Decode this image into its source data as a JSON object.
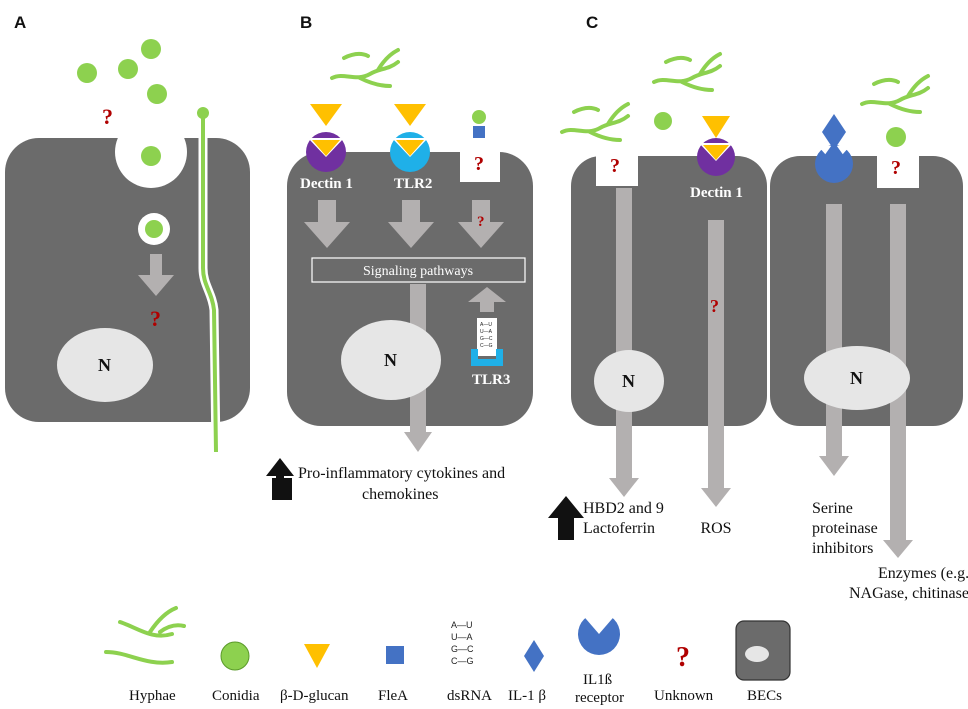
{
  "panels": [
    "A",
    "B",
    "C"
  ],
  "unknown_mark": "?",
  "nucleus_label": "N",
  "receptors": {
    "dectin1": "Dectin 1",
    "tlr2": "TLR2",
    "tlr3": "TLR3",
    "dectin1_c": "Dectin 1"
  },
  "signaling_pathways": "Signaling pathways",
  "dsrna_pairs": [
    "A—U",
    "U—A",
    "G—C",
    "C—G"
  ],
  "outputs": {
    "b_line1": "Pro-inflammatory cytokines and",
    "b_line2": "chemokines",
    "hbd_line1": "HBD2 and 9",
    "hbd_line2": "Lactoferrin",
    "ros": "ROS",
    "serine_line1": "Serine",
    "serine_line2": "proteinase",
    "serine_line3": "inhibitors",
    "enz_line1": "Enzymes (e.g.",
    "enz_line2": "NAGase, chitinase)"
  },
  "legend": {
    "hyphae": "Hyphae",
    "conidia": "Conidia",
    "glucan": "β-D-glucan",
    "flea": "FleA",
    "dsrna": "dsRNA",
    "il1b": "IL-1 β",
    "il1b_receptor_1": "IL1ß",
    "il1b_receptor_2": "receptor",
    "unknown": "Unknown",
    "becs": "BECs"
  },
  "colors": {
    "cell": "#6b6b6b",
    "nucleus": "#e6e6e6",
    "arrow": "#b3b0b0",
    "green": "#8dd14f",
    "purple": "#7030a0",
    "cyan": "#1fb0e8",
    "blue": "#4472c4",
    "yellow": "#ffc000",
    "red": "#b00000"
  }
}
